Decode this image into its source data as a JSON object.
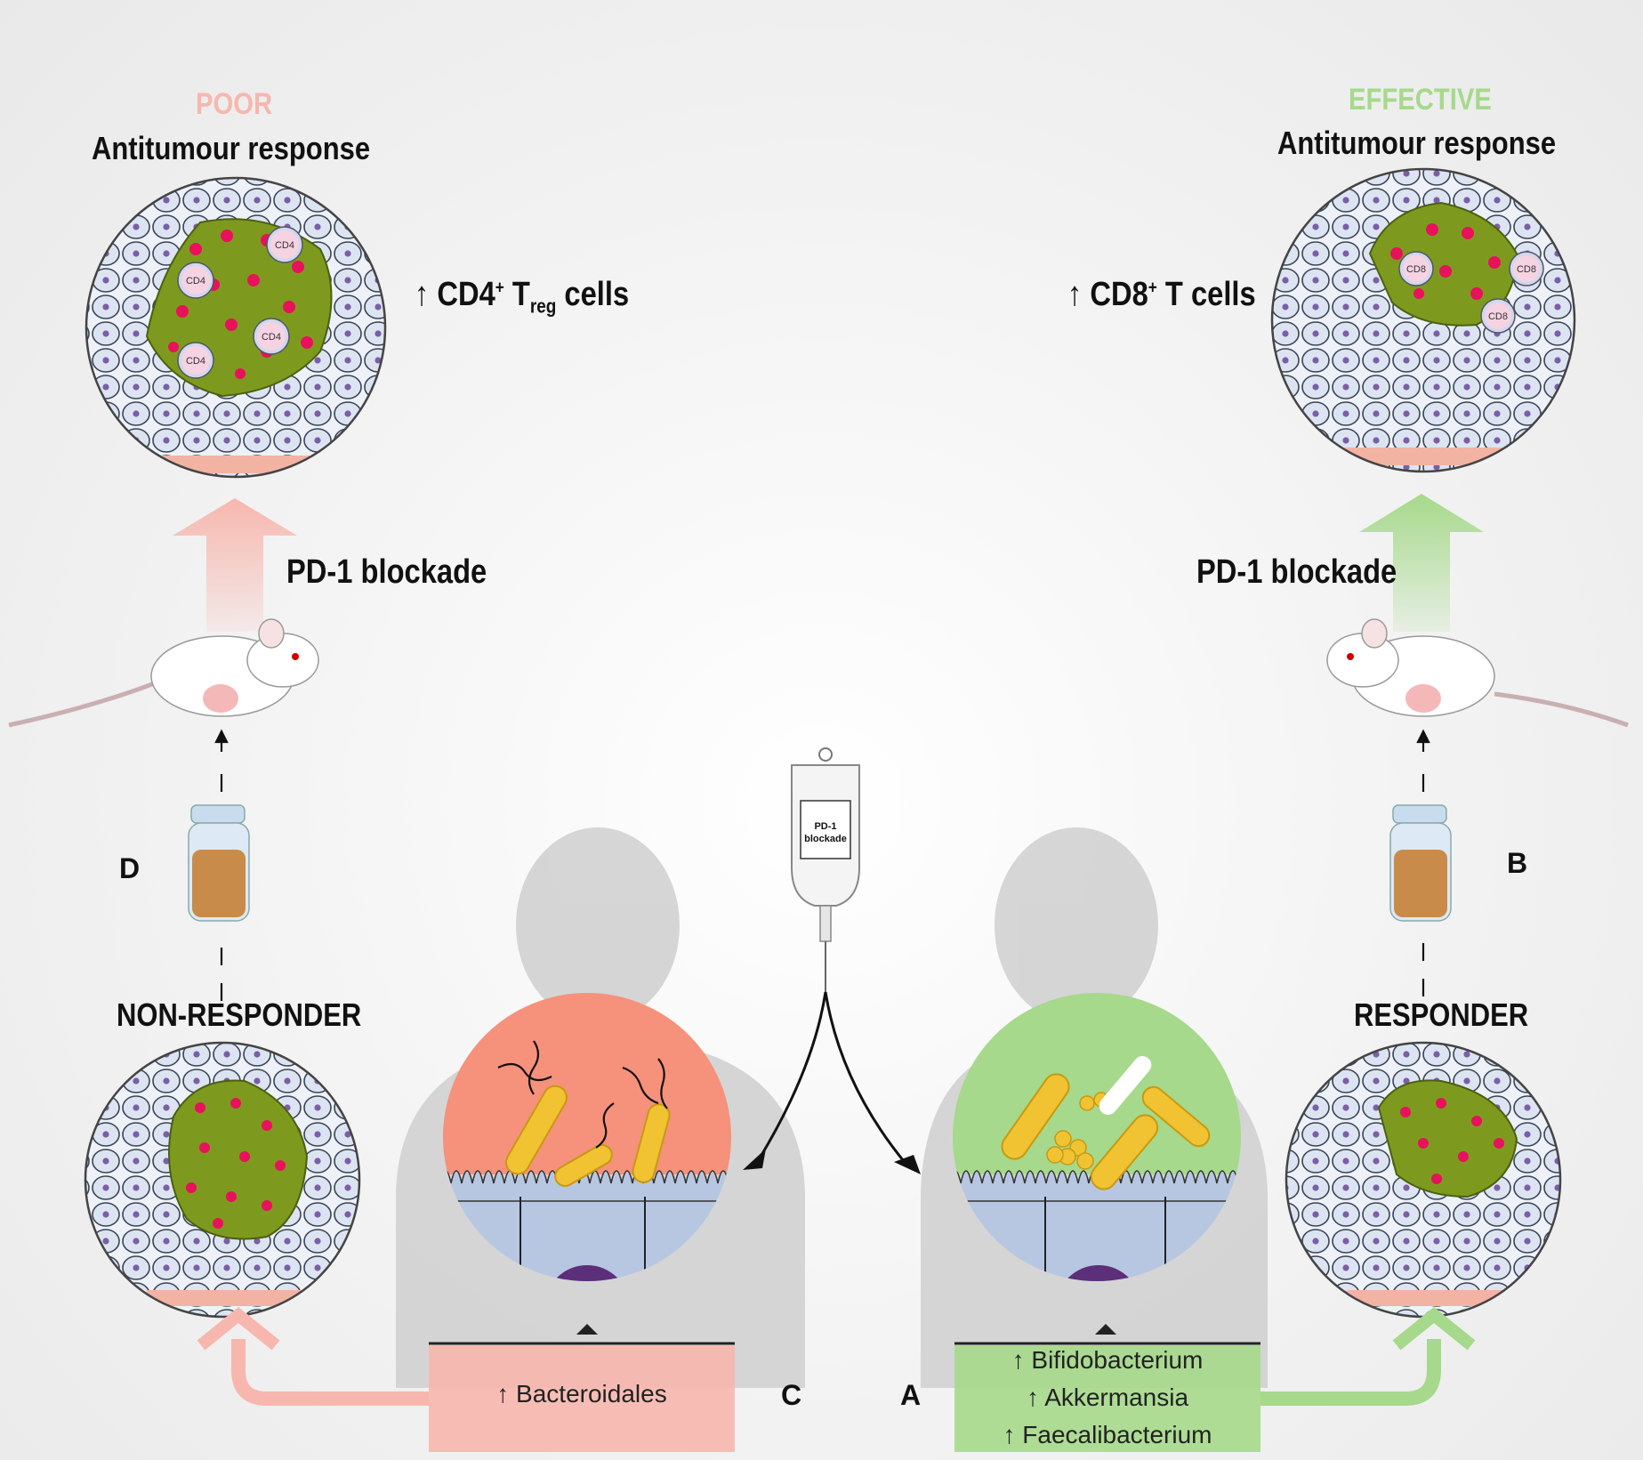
{
  "left": {
    "quality": "POOR",
    "title": "Antitumour response",
    "cell_change_prefix": "↑ CD4",
    "cell_change_sup": "+",
    "cell_change_mid": " T",
    "cell_change_sub": "reg",
    "cell_change_suffix": " cells",
    "cell_tags": [
      "CD4",
      "CD4",
      "CD4",
      "CD4"
    ],
    "treatment": "PD-1 blockade",
    "group": "NON-RESPONDER",
    "label_transfer": "D",
    "label_microbiome": "C",
    "microbiome": [
      "↑ Bacteroidales"
    ]
  },
  "right": {
    "quality": "EFFECTIVE",
    "title": "Antitumour response",
    "cell_change_prefix": "↑ CD8",
    "cell_change_sup": "+",
    "cell_change_suffix": " T cells",
    "cell_tags": [
      "CD8",
      "CD8",
      "CD8"
    ],
    "treatment": "PD-1 blockade",
    "group": "RESPONDER",
    "label_transfer": "B",
    "label_microbiome": "A",
    "microbiome": [
      "↑ Bifidobacterium",
      "↑ Akkermansia",
      "↑ Faecalibacterium"
    ]
  },
  "iv_bag_label": [
    "PD-1",
    "blockade"
  ],
  "colors": {
    "poor": "#f7b7ae",
    "effective": "#a6d98b",
    "tumour": "#7e9a1e",
    "nucleus": "#e8115c",
    "normal_cell": "#dfe6f3",
    "normal_nucleus": "#7b5ea7"
  }
}
